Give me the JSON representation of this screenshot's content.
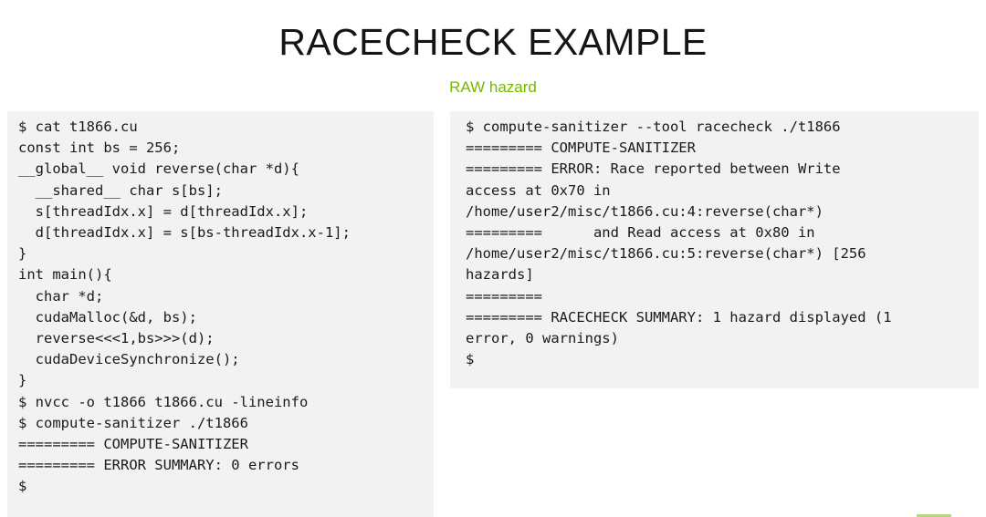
{
  "slide": {
    "title": "RACECHECK EXAMPLE",
    "subtitle": "RAW hazard",
    "accent_color": "#76b900",
    "background_color": "#ffffff",
    "code_background_color": "#f2f2f2",
    "text_color": "#1a1a1a"
  },
  "code_left": {
    "name": "source-and-memcheck-terminal",
    "lines": [
      "$ cat t1866.cu",
      "const int bs = 256;",
      "__global__ void reverse(char *d){",
      "  __shared__ char s[bs];",
      "  s[threadIdx.x] = d[threadIdx.x];",
      "  d[threadIdx.x] = s[bs-threadIdx.x-1];",
      "}",
      "int main(){",
      "  char *d;",
      "  cudaMalloc(&d, bs);",
      "  reverse<<<1,bs>>>(d);",
      "  cudaDeviceSynchronize();",
      "}",
      "$ nvcc -o t1866 t1866.cu -lineinfo",
      "$ compute-sanitizer ./t1866",
      "========= COMPUTE-SANITIZER",
      "========= ERROR SUMMARY: 0 errors",
      "$"
    ]
  },
  "code_right": {
    "name": "racecheck-terminal",
    "lines": [
      "$ compute-sanitizer --tool racecheck ./t1866",
      "========= COMPUTE-SANITIZER",
      "========= ERROR: Race reported between Write",
      "access at 0x70 in",
      "/home/user2/misc/t1866.cu:4:reverse(char*)",
      "=========      and Read access at 0x80 in",
      "/home/user2/misc/t1866.cu:5:reverse(char*) [256",
      "hazards]",
      "=========",
      "========= RACECHECK SUMMARY: 1 hazard displayed (1",
      "error, 0 warnings)",
      "$"
    ]
  }
}
